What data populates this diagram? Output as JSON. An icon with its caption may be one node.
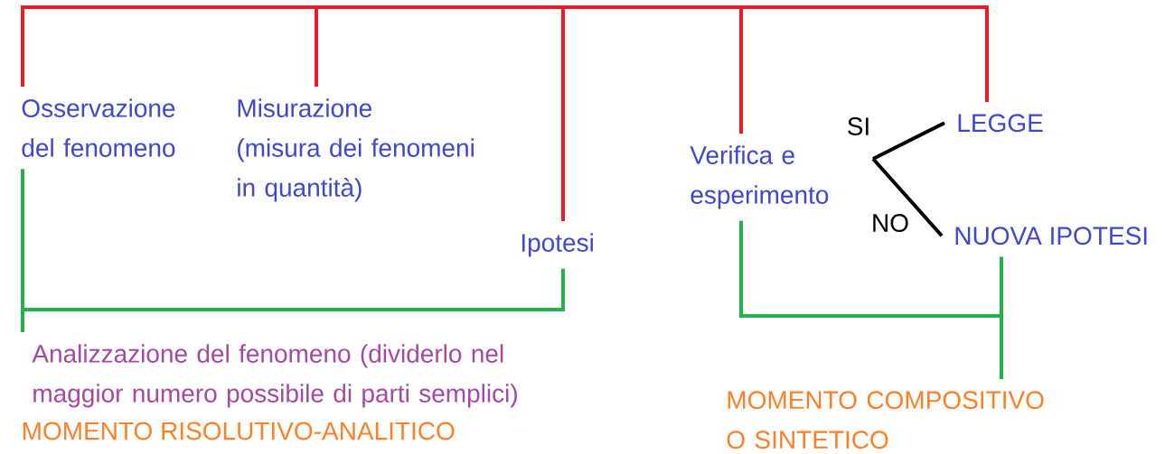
{
  "diagram": {
    "nodes": [
      {
        "text": [
          "Osservazione del fenomeno"
        ]
      },
      {
        "text": [
          "Misurazione",
          "(misura dei fenomeni in quantità)"
        ]
      },
      {
        "text": [
          "Ipotesi"
        ]
      },
      {
        "text": [
          "Verifica e esperimento"
        ]
      },
      {
        "text": [
          "LEGGE"
        ]
      },
      {
        "text": [
          "NUOVA IPOTESI"
        ]
      },
      {
        "text": [
          "Analizzazione del fenomeno (dividerlo nel maggior numero possibile di parti semplici)"
        ]
      },
      {
        "text": [
          "MOMENTO COMPOSITIVO O SINTETICO"
        ]
      }
    ],
    "edges": [
      {
        "from": 0,
        "to": 1,
        "arrow": "none",
        "color": "#ed1c24"
      },
      {
        "from": 1,
        "to": 2,
        "arrow": "none",
        "color": "#ed1c24"
      },
      {
        "from": 2,
        "to": 3,
        "arrow": "none",
        "color": "#ed1c24"
      },
      {
        "from": 3,
        "to": 4,
        "arrow": "none",
        "color": "#ed1c24"
      },
      {
        "from": 3,
        "to": 4,
        "label": "SI",
        "arrow": "none",
        "color": "#000000"
      },
      {
        "from": 3,
        "to": 5,
        "label": "NO",
        "arrow": "none",
        "color": "#000000"
      },
      {
        "from": 0,
        "to": 6,
        "arrow": "none",
        "color": "#22b14c"
      },
      {
        "from": 2,
        "to": 6,
        "arrow": "none",
        "color": "#22b14c"
      },
      {
        "from": 3,
        "to": 7,
        "arrow": "none",
        "color": "#22b14c"
      },
      {
        "from": 5,
        "to": 7,
        "arrow": "none",
        "color": "#22b14c"
      }
    ],
    "labels": [
      "MOMENTO RISOLUTIVO-ANALITICO"
    ]
  }
}
